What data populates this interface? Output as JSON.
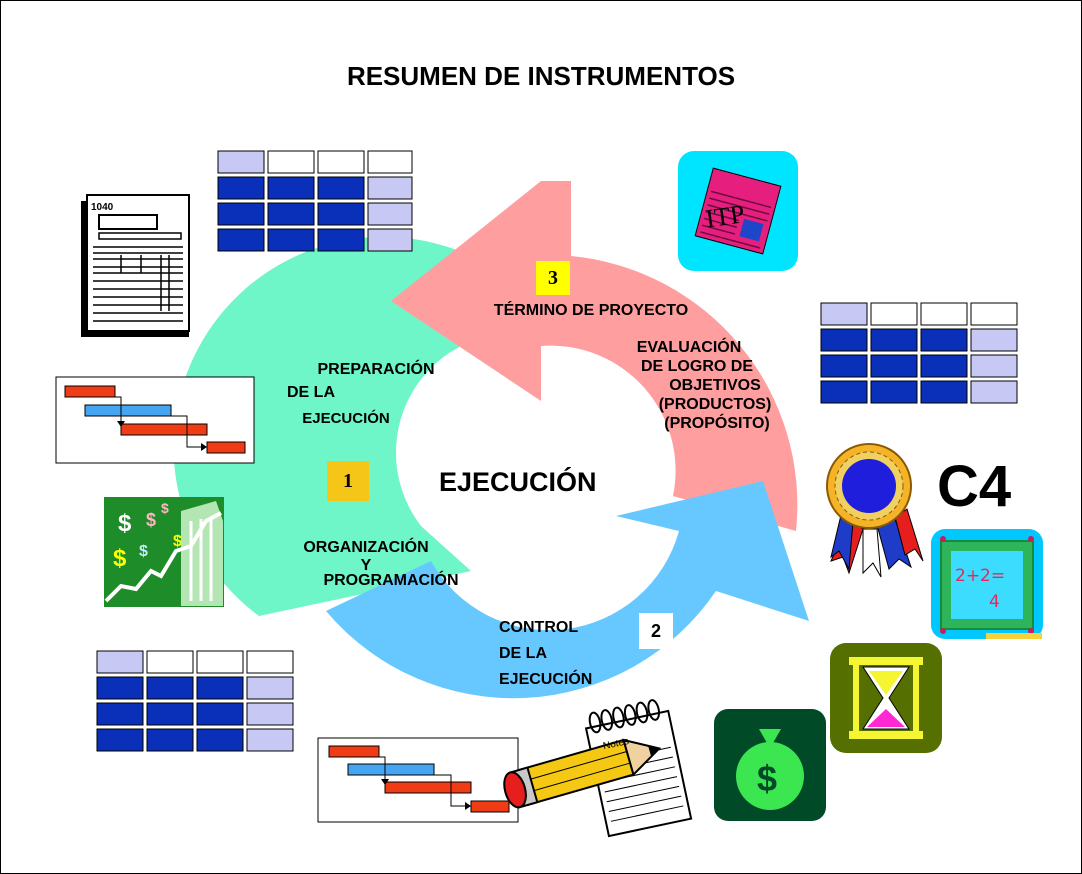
{
  "title": "RESUMEN DE INSTRUMENTOS",
  "center_label": "EJECUCIÓN",
  "phases": [
    {
      "number": "1",
      "label_lines": [
        "PREPARACIÓN",
        "DE LA",
        "EJECUCIÓN"
      ],
      "sub_lines": [
        "ORGANIZACIÓN",
        "Y",
        "PROGRAMACIÓN"
      ],
      "color": "#6EF5C8",
      "badge_color": "#F5C518"
    },
    {
      "number": "2",
      "label_lines": [
        "CONTROL",
        "DE LA",
        "EJECUCIÓN"
      ],
      "color": "#66C8FF",
      "badge_color": "#FFFFFF"
    },
    {
      "number": "3",
      "label_lines": [
        "TÉRMINO DE PROYECTO"
      ],
      "sub_lines": [
        "EVALUACIÓN",
        "DE LOGRO DE",
        "OBJETIVOS",
        "(PRODUCTOS)",
        "(PROPÓSITO)"
      ],
      "color": "#FF9E9E",
      "badge_color": "#FFFF00"
    }
  ],
  "c4_label": "C4",
  "icons": {
    "form": {
      "text": "1040"
    },
    "itp": {
      "text": "ITP"
    },
    "notes": {
      "text": "Notes"
    },
    "math": {
      "text_lines": [
        "2+2=",
        "4"
      ]
    },
    "money": {
      "text": "$"
    }
  },
  "colors": {
    "dark_blue": "#0A2FB8",
    "light_lavender": "#C8C8F5",
    "gantt_red": "#F03C14",
    "gantt_blue": "#46A5F0"
  }
}
